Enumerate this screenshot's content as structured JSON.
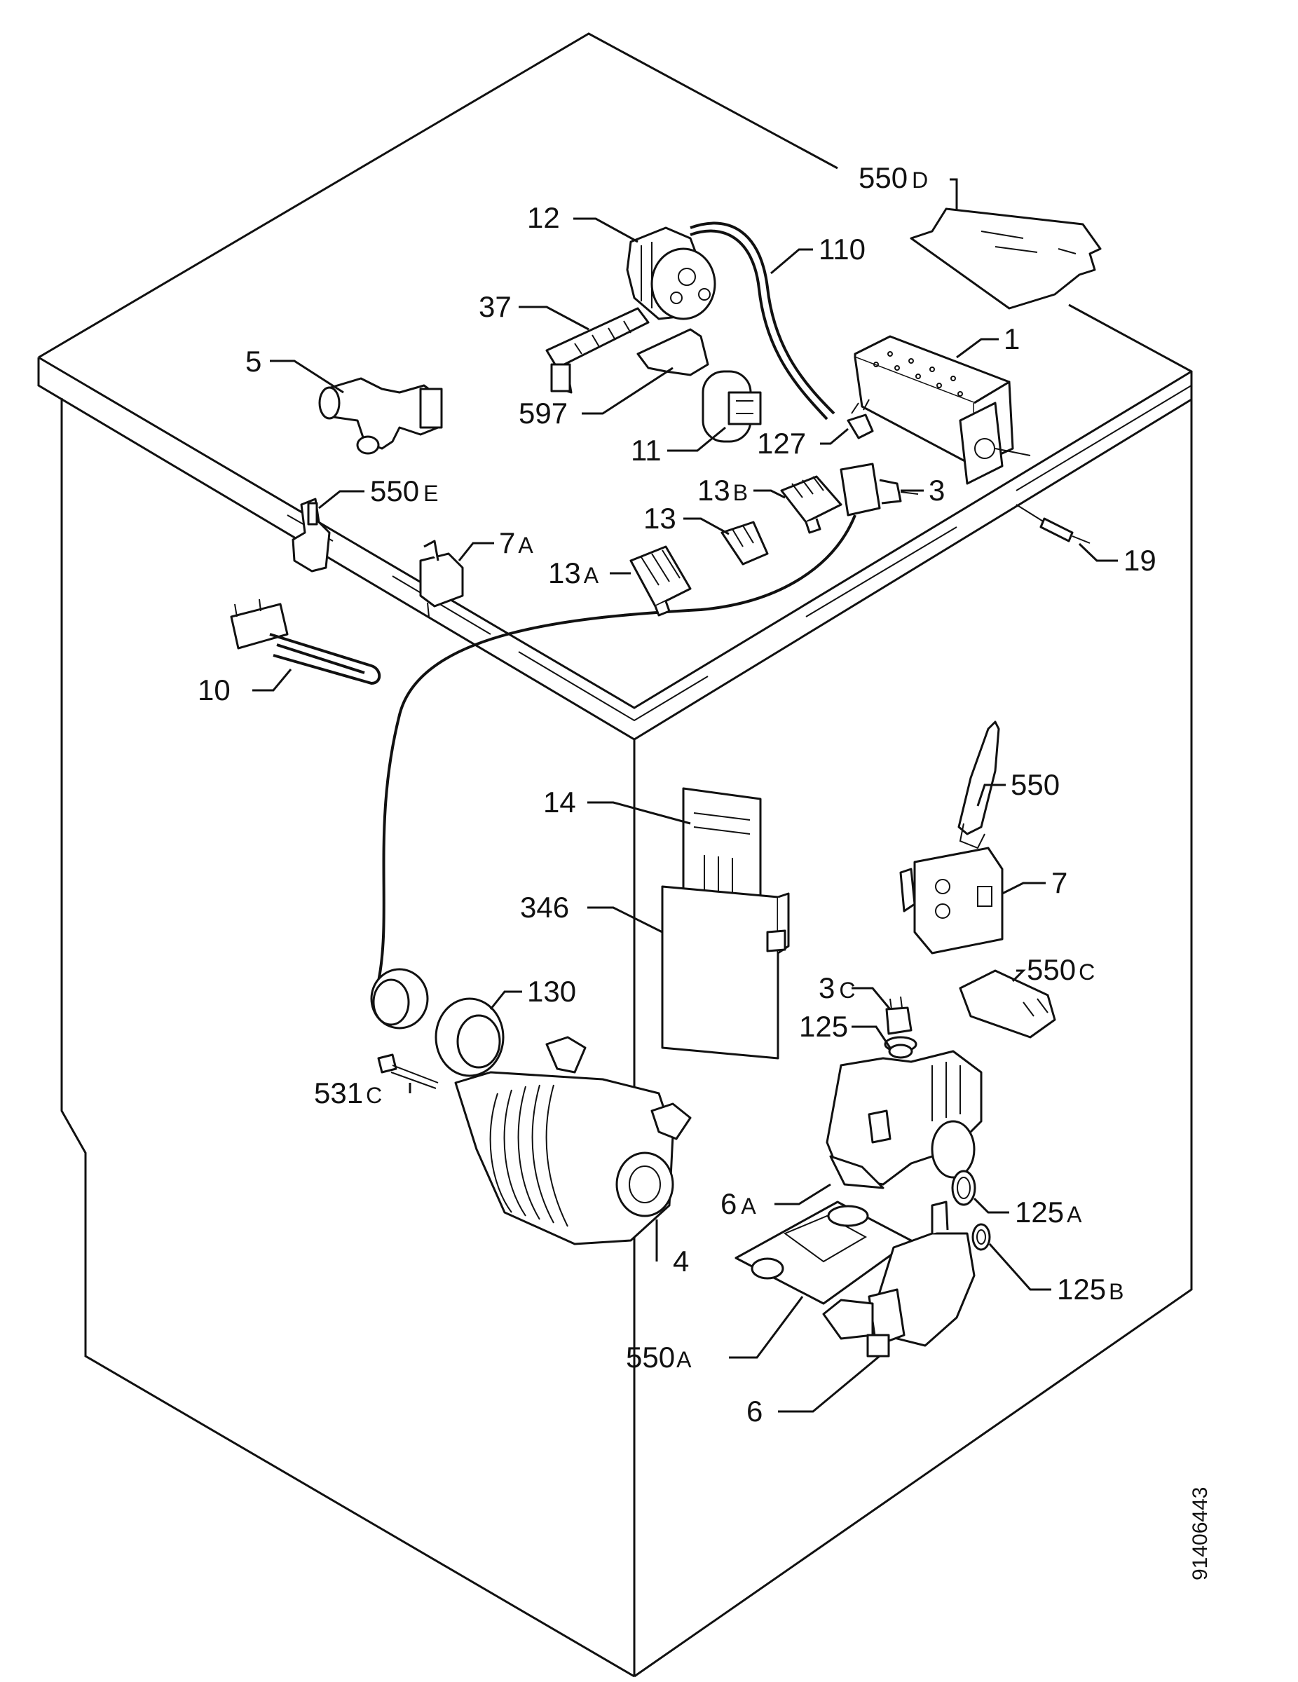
{
  "doc_id": "91406443",
  "colors": {
    "line": "#111111",
    "background": "#ffffff"
  },
  "parts": [
    {
      "id": "p550D",
      "num": "550",
      "sub": "D"
    },
    {
      "id": "p12",
      "num": "12",
      "sub": ""
    },
    {
      "id": "p110",
      "num": "110",
      "sub": ""
    },
    {
      "id": "p37",
      "num": "37",
      "sub": ""
    },
    {
      "id": "p5",
      "num": "5",
      "sub": ""
    },
    {
      "id": "p1",
      "num": "1",
      "sub": ""
    },
    {
      "id": "p597",
      "num": "597",
      "sub": ""
    },
    {
      "id": "p11",
      "num": "11",
      "sub": ""
    },
    {
      "id": "p127",
      "num": "127",
      "sub": ""
    },
    {
      "id": "p550E",
      "num": "550",
      "sub": "E"
    },
    {
      "id": "p13B",
      "num": "13",
      "sub": "B"
    },
    {
      "id": "p3",
      "num": "3",
      "sub": ""
    },
    {
      "id": "p13",
      "num": "13",
      "sub": ""
    },
    {
      "id": "p7A",
      "num": "7",
      "sub": "A"
    },
    {
      "id": "p13A",
      "num": "13",
      "sub": "A"
    },
    {
      "id": "p19",
      "num": "19",
      "sub": ""
    },
    {
      "id": "p10",
      "num": "10",
      "sub": ""
    },
    {
      "id": "p550",
      "num": "550",
      "sub": ""
    },
    {
      "id": "p14",
      "num": "14",
      "sub": ""
    },
    {
      "id": "p7",
      "num": "7",
      "sub": ""
    },
    {
      "id": "p346",
      "num": "346",
      "sub": ""
    },
    {
      "id": "p550C",
      "num": "550",
      "sub": "C"
    },
    {
      "id": "p3C",
      "num": "3",
      "sub": "C"
    },
    {
      "id": "p130",
      "num": "130",
      "sub": ""
    },
    {
      "id": "p125",
      "num": "125",
      "sub": ""
    },
    {
      "id": "p531C",
      "num": "531",
      "sub": "C"
    },
    {
      "id": "p6A",
      "num": "6",
      "sub": "A"
    },
    {
      "id": "p125A",
      "num": "125",
      "sub": "A"
    },
    {
      "id": "p4",
      "num": "4",
      "sub": ""
    },
    {
      "id": "p125B",
      "num": "125",
      "sub": "B"
    },
    {
      "id": "p550A",
      "num": "550",
      "sub": "A"
    },
    {
      "id": "p6",
      "num": "6",
      "sub": ""
    }
  ]
}
